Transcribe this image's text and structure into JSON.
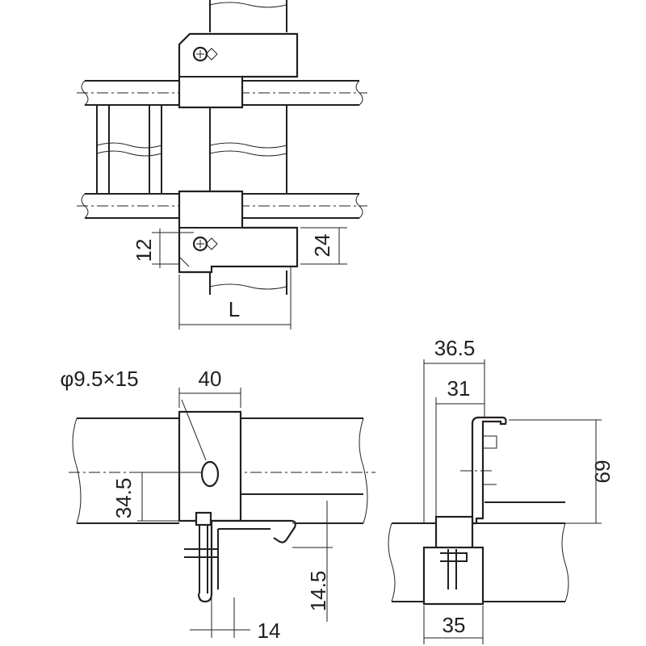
{
  "drawing": {
    "top_view": {
      "dim_hole_offset": "12",
      "dim_height": "24",
      "dim_length": "L"
    },
    "front_view": {
      "dim_slot": "φ9.5×15",
      "dim_width": "40",
      "dim_slot_height": "34.5",
      "dim_hook_depth": "14.5",
      "dim_hook_width": "14"
    },
    "side_view": {
      "dim_overall_depth": "36.5",
      "dim_inner_depth": "31",
      "dim_height": "69",
      "dim_base_width": "35"
    }
  },
  "colors": {
    "line": "#231f20",
    "background": "#ffffff"
  }
}
